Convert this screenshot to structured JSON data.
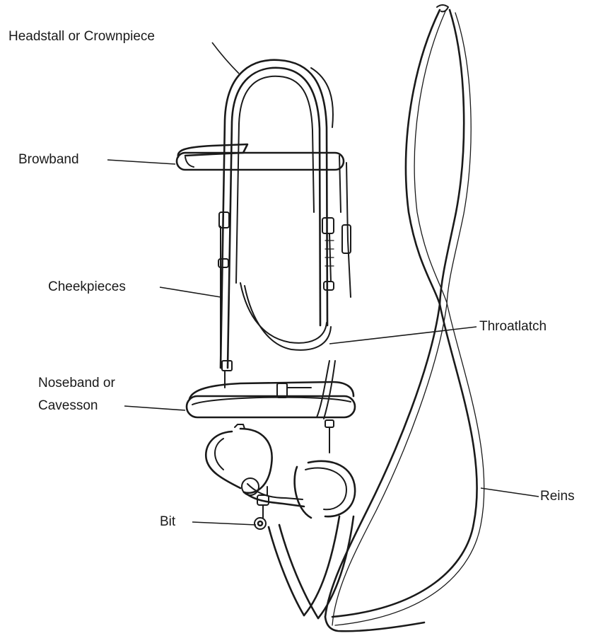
{
  "labels": {
    "headstall": "Headstall or Crownpiece",
    "browband": "Browband",
    "cheekpieces": "Cheekpieces",
    "throatlatch": "Throatlatch",
    "noseband_line1": "Noseband or",
    "noseband_line2": "Cavesson",
    "bit": "Bit",
    "reins": "Reins"
  }
}
